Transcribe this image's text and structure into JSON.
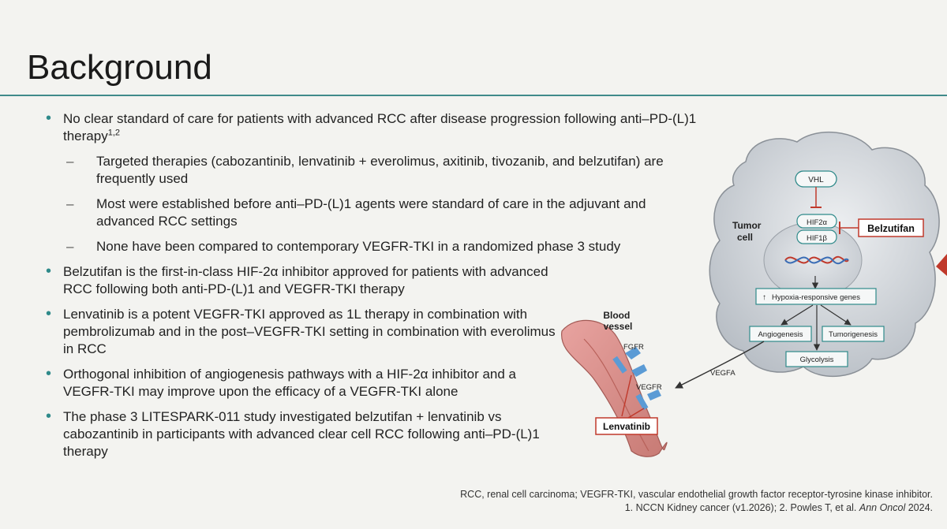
{
  "title": "Background",
  "bullets": {
    "b1_text": "No clear standard of care for patients with advanced RCC after disease progression following anti–PD-(L)1 therapy",
    "b1_sup": "1,2",
    "sub1": "Targeted therapies (cabozantinib, lenvatinib + everolimus, axitinib, tivozanib, and belzutifan) are frequently used",
    "sub2": "Most were established before anti–PD-(L)1 agents were standard of care in the adjuvant and advanced RCC settings",
    "sub3": "None have been compared to contemporary VEGFR-TKI in a randomized phase 3 study",
    "dash": "–",
    "b2": "Belzutifan is the first-in-class HIF-2α inhibitor approved for patients with advanced RCC following both anti-PD-(L)1 and VEGFR-TKI therapy",
    "b3": "Lenvatinib is a potent VEGFR-TKI approved as 1L therapy in combination with pembrolizumab and in the post–VEGFR-TKI setting in combination with everolimus in RCC",
    "b4": "Orthogonal inhibition of angiogenesis pathways with a HIF-2α inhibitor and a VEGFR-TKI may improve upon the efficacy of a VEGFR-TKI alone",
    "b5": "The phase 3 LITESPARK-011 study investigated belzutifan + lenvatinib vs cabozantinib in participants with advanced clear cell RCC following anti–PD-(L)1 therapy",
    "dot": "•"
  },
  "diagram": {
    "tumor_cell_line1": "Tumor",
    "tumor_cell_line2": "cell",
    "vhl": "VHL",
    "hif2a": "HIF2α",
    "hif1b": "HIF1β",
    "belzutifan": "Belzutifan",
    "hypoxia": "Hypoxia-responsive genes",
    "hypoxia_arrow": "↑",
    "angiogenesis": "Angiogenesis",
    "tumorigenesis": "Tumorigenesis",
    "glycolysis": "Glycolysis",
    "vegfa": "VEGFA",
    "blood_vessel_line1": "Blood",
    "blood_vessel_line2": "vessel",
    "fgfr": "FGFR",
    "vegfr": "VEGFR",
    "lenvatinib": "Lenvatinib"
  },
  "footer": {
    "line1": "RCC, renal cell carcinoma; VEGFR-TKI, vascular endothelial growth factor receptor-tyrosine kinase inhibitor.",
    "line2_pre": "1. NCCN Kidney cancer (v1.2026); 2. Powles T, et al. ",
    "line2_journal": "Ann Oncol",
    "line2_post": " 2024."
  },
  "colors": {
    "accent": "#2f8a8a",
    "inhibitor_red": "#c0392b",
    "receptor_blue": "#5b9bd5"
  }
}
